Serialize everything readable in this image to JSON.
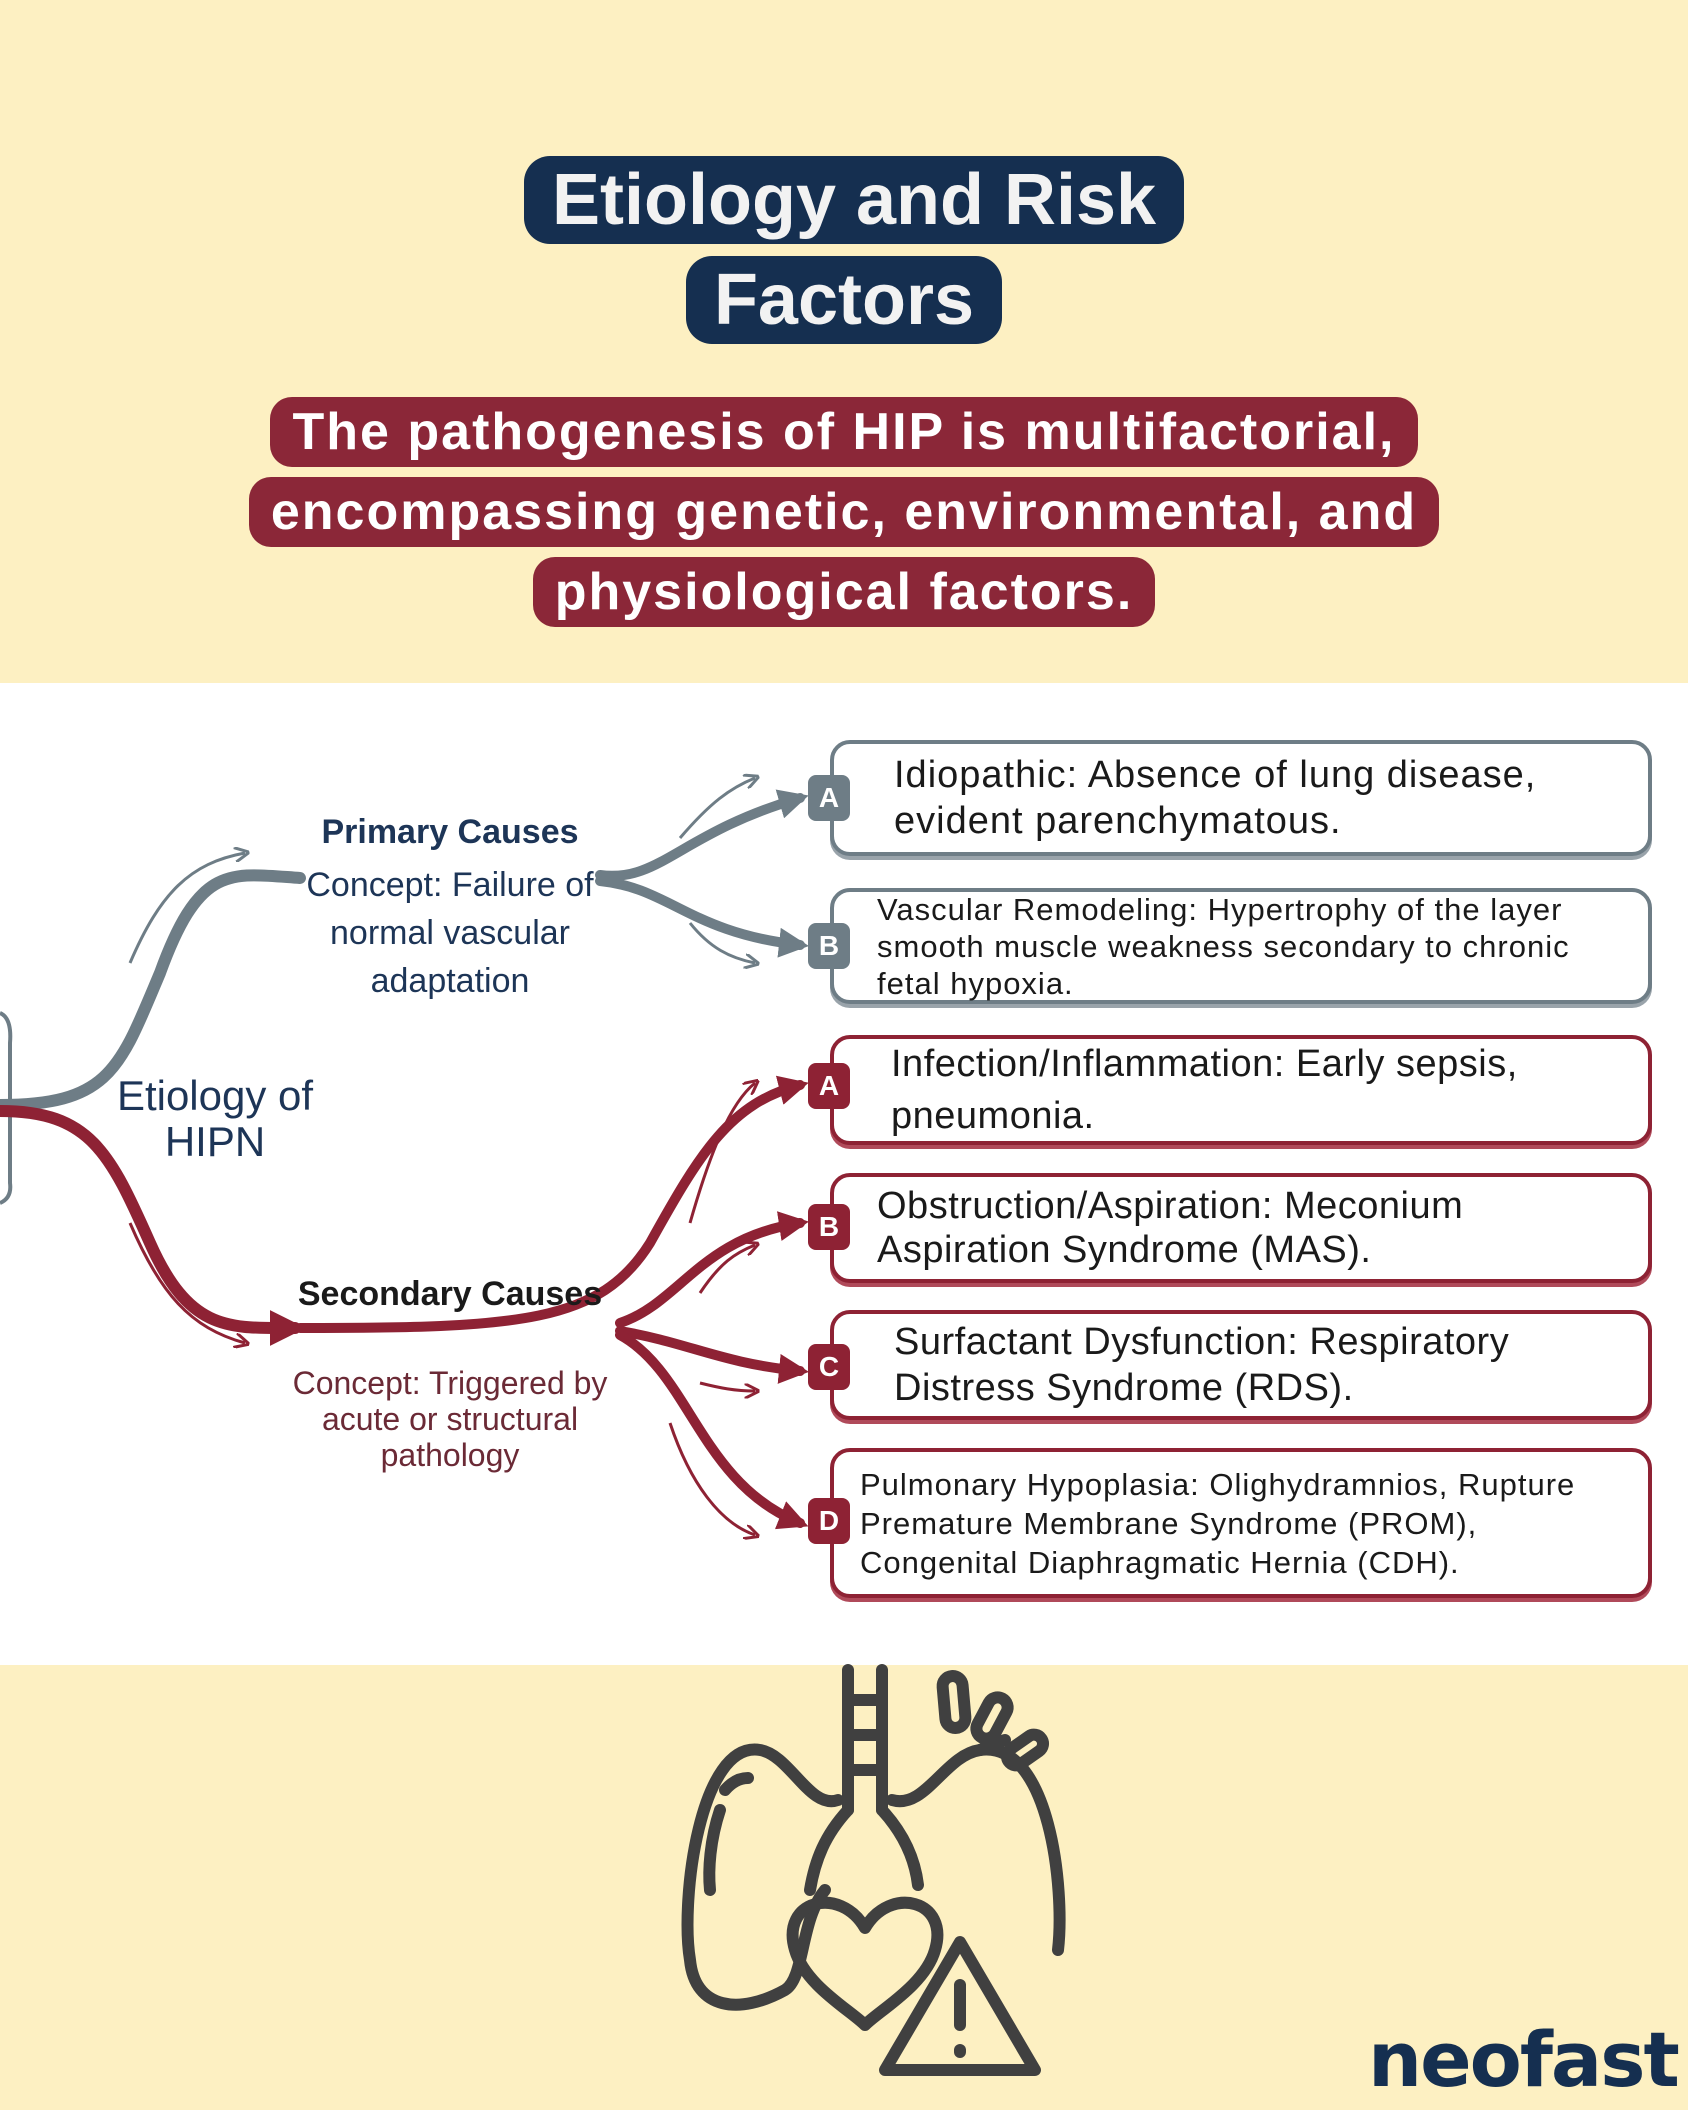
{
  "header": {
    "title": "Etiology and Risk Factors",
    "subtitle": "The pathogenesis of HIP is multifactorial, encompassing genetic, environmental, and physiological factors."
  },
  "diagram": {
    "center_label": "Etiology of HIPN",
    "primary": {
      "title": "Primary Causes",
      "concept": "Concept: Failure of normal vascular adaptation",
      "items": [
        {
          "badge": "A",
          "text": "Idiopathic: Absence of lung disease, evident parenchymatous."
        },
        {
          "badge": "B",
          "text": "Vascular Remodeling: Hypertrophy of the layer smooth muscle weakness secondary to chronic fetal hypoxia."
        }
      ]
    },
    "secondary": {
      "title": "Secondary Causes",
      "concept": "Concept: Triggered by acute or structural pathology",
      "items": [
        {
          "badge": "A",
          "text": "Infection/Inflammation: Early sepsis, pneumonia."
        },
        {
          "badge": "B",
          "text": "Obstruction/Aspiration: Meconium Aspiration Syndrome (MAS)."
        },
        {
          "badge": "C",
          "text": "Surfactant Dysfunction: Respiratory Distress Syndrome (RDS)."
        },
        {
          "badge": "D",
          "text": "Pulmonary Hypoplasia: Olighydramnios, Rupture Premature Membrane Syndrome (PROM), Congenital Diaphragmatic Hernia (CDH)."
        }
      ]
    },
    "colors": {
      "primary": "#6e7d86",
      "secondary": "#8e2234"
    }
  },
  "illustration": {
    "icon": "lungs-heart-warning-icon"
  },
  "brand": {
    "logo": "neofast"
  }
}
